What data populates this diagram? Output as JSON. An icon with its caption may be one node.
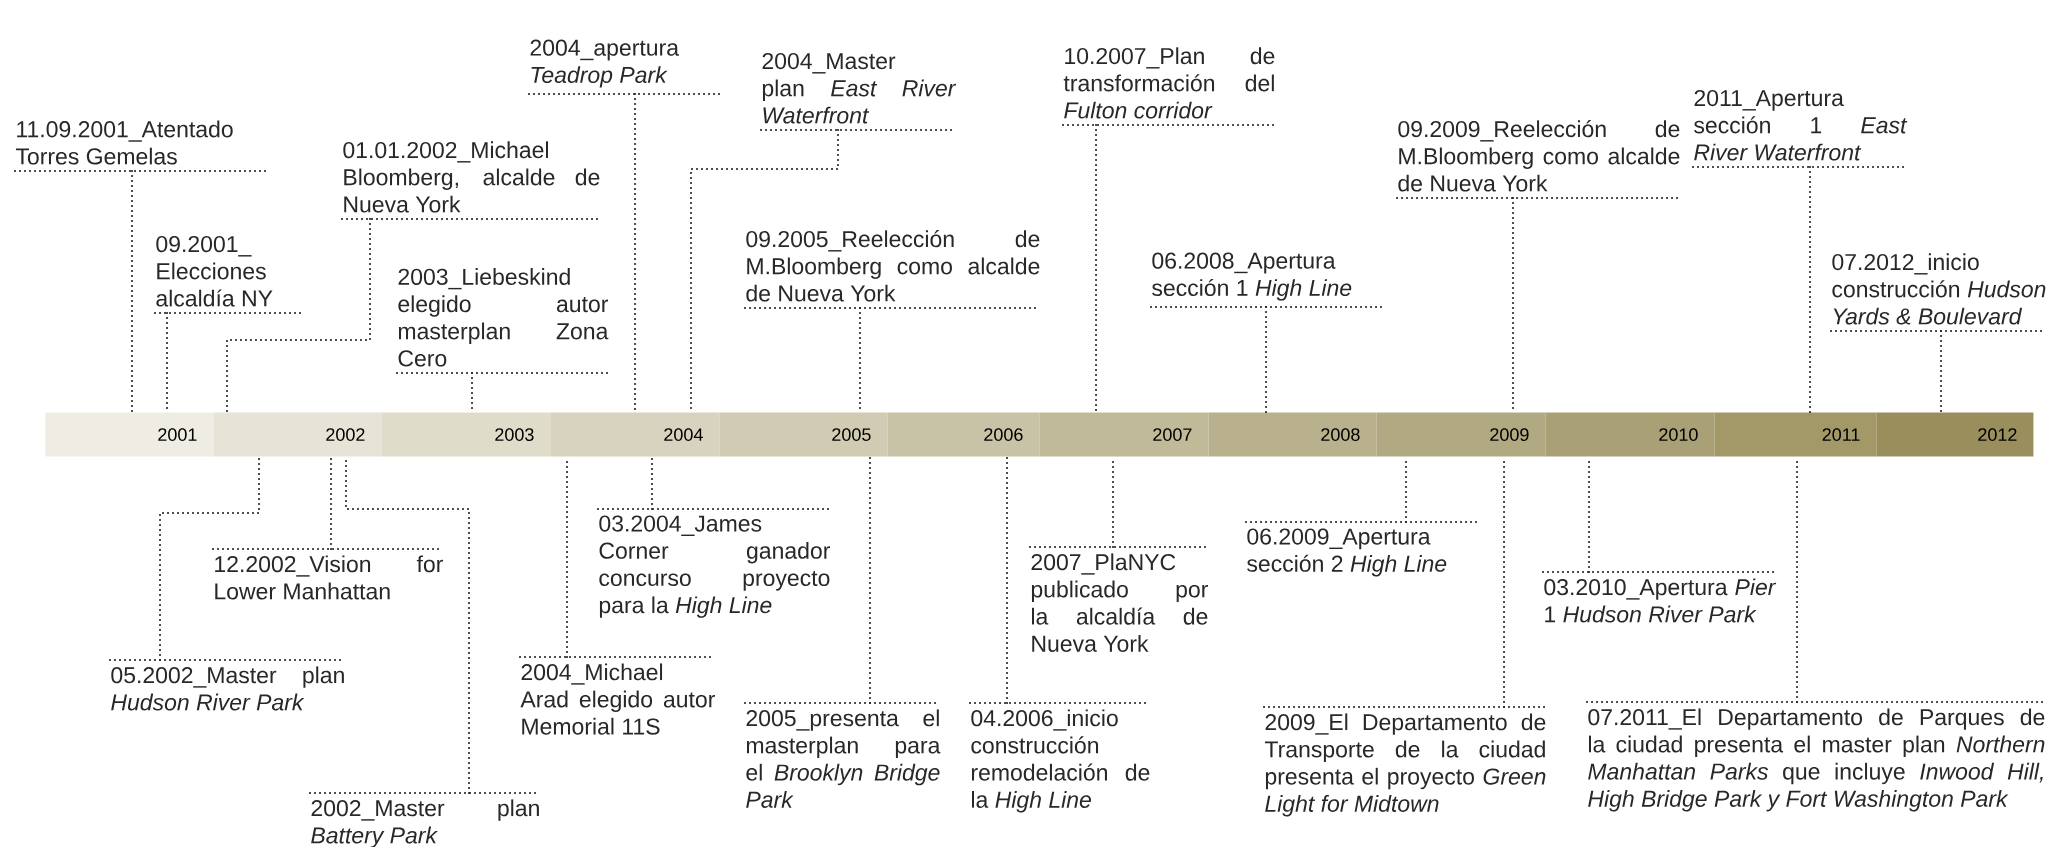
{
  "diagram": {
    "nodes": [
      {
        "text": [
          "2001"
        ]
      },
      {
        "text": [
          "2002"
        ]
      },
      {
        "text": [
          "2003"
        ]
      },
      {
        "text": [
          "2004"
        ]
      },
      {
        "text": [
          "2005"
        ]
      },
      {
        "text": [
          "2006"
        ]
      },
      {
        "text": [
          "2007"
        ]
      },
      {
        "text": [
          "2008"
        ]
      },
      {
        "text": [
          "2009"
        ]
      },
      {
        "text": [
          "2010"
        ]
      },
      {
        "text": [
          "2011"
        ]
      },
      {
        "text": [
          "2012"
        ]
      },
      {
        "text": [
          "11.09.2001_Atentado Torres Gemelas"
        ]
      },
      {
        "text": [
          "09.2001_ Elecciones alcaldía NY"
        ]
      },
      {
        "text": [
          "01.01.2002_Michael Bloomberg, alcalde de Nueva York"
        ]
      },
      {
        "text": [
          "2003_Liebeskind elegido autor masterplan Zona Cero"
        ]
      },
      {
        "text": [
          "2004_apertura *Teadrop Park*"
        ]
      },
      {
        "text": [
          "2004_Master plan *East River Waterfront*"
        ]
      },
      {
        "text": [
          "09.2005_Reelección de M.Bloomberg como alcalde de Nueva York"
        ]
      },
      {
        "text": [
          "10.2007_Plan de transformación del *Fulton corridor*"
        ]
      },
      {
        "text": [
          "06.2008_Apertura sección 1 *High Line*"
        ]
      },
      {
        "text": [
          "09.2009_Reelección de M.Bloomberg como alcalde de Nueva York"
        ]
      },
      {
        "text": [
          "2011_Apertura sección 1 *East River Waterfront*"
        ]
      },
      {
        "text": [
          "07.2012_inicio construcción *Hudson Yards & Boulevard*"
        ]
      },
      {
        "text": [
          "05.2002_Master plan *Hudson River Park*"
        ]
      },
      {
        "text": [
          "12.2002_Vision for Lower Manhattan"
        ]
      },
      {
        "text": [
          "2002_Master plan *Battery Park*"
        ]
      },
      {
        "text": [
          "2004_Michael Arad elegido autor Memorial 11S"
        ]
      },
      {
        "text": [
          "03.2004_James Corner ganador concurso proyecto para la *High Line*"
        ]
      },
      {
        "text": [
          "2005_presenta el masterplan para el *Brooklyn Bridge Park*"
        ]
      },
      {
        "text": [
          "04.2006_inicio construcción remodelación de la *High Line*"
        ]
      },
      {
        "text": [
          "2007_PlaNYC publicado por la alcaldía de Nueva York"
        ]
      },
      {
        "text": [
          "06.2009_Apertura sección 2 *High Line*"
        ]
      },
      {
        "text": [
          "2009_El Departamento de Transporte de la ciudad presenta el proyecto *Green Light for Midtown*"
        ]
      },
      {
        "text": [
          "03.2010_Apertura *Pier* 1 *Hudson River Park*"
        ]
      },
      {
        "text": [
          "07.2011_El Departamento de Parques de la ciudad presenta el master plan *Northern Manhattan Parks* que incluye *Inwood Hill, High Bridge Park y Fort Washington Park*"
        ]
      }
    ],
    "edges": [
      {
        "from": 12,
        "to": 0,
        "arrow": "none"
      },
      {
        "from": 13,
        "to": 0,
        "arrow": "none"
      },
      {
        "from": 14,
        "to": 1,
        "arrow": "none"
      },
      {
        "from": 15,
        "to": 2,
        "arrow": "none"
      },
      {
        "from": 16,
        "to": 3,
        "arrow": "none"
      },
      {
        "from": 17,
        "to": 3,
        "arrow": "none"
      },
      {
        "from": 18,
        "to": 4,
        "arrow": "none"
      },
      {
        "from": 19,
        "to": 6,
        "arrow": "none"
      },
      {
        "from": 20,
        "to": 7,
        "arrow": "none"
      },
      {
        "from": 21,
        "to": 8,
        "arrow": "none"
      },
      {
        "from": 22,
        "to": 10,
        "arrow": "none"
      },
      {
        "from": 23,
        "to": 11,
        "arrow": "none"
      },
      {
        "from": 24,
        "to": 1,
        "arrow": "none"
      },
      {
        "from": 25,
        "to": 1,
        "arrow": "none"
      },
      {
        "from": 26,
        "to": 1,
        "arrow": "none"
      },
      {
        "from": 27,
        "to": 3,
        "arrow": "none"
      },
      {
        "from": 28,
        "to": 3,
        "arrow": "none"
      },
      {
        "from": 29,
        "to": 4,
        "arrow": "none"
      },
      {
        "from": 30,
        "to": 5,
        "arrow": "none"
      },
      {
        "from": 31,
        "to": 6,
        "arrow": "none"
      },
      {
        "from": 32,
        "to": 8,
        "arrow": "none"
      },
      {
        "from": 33,
        "to": 8,
        "arrow": "none"
      },
      {
        "from": 34,
        "to": 9,
        "arrow": "none"
      },
      {
        "from": 35,
        "to": 10,
        "arrow": "none"
      }
    ]
  }
}
